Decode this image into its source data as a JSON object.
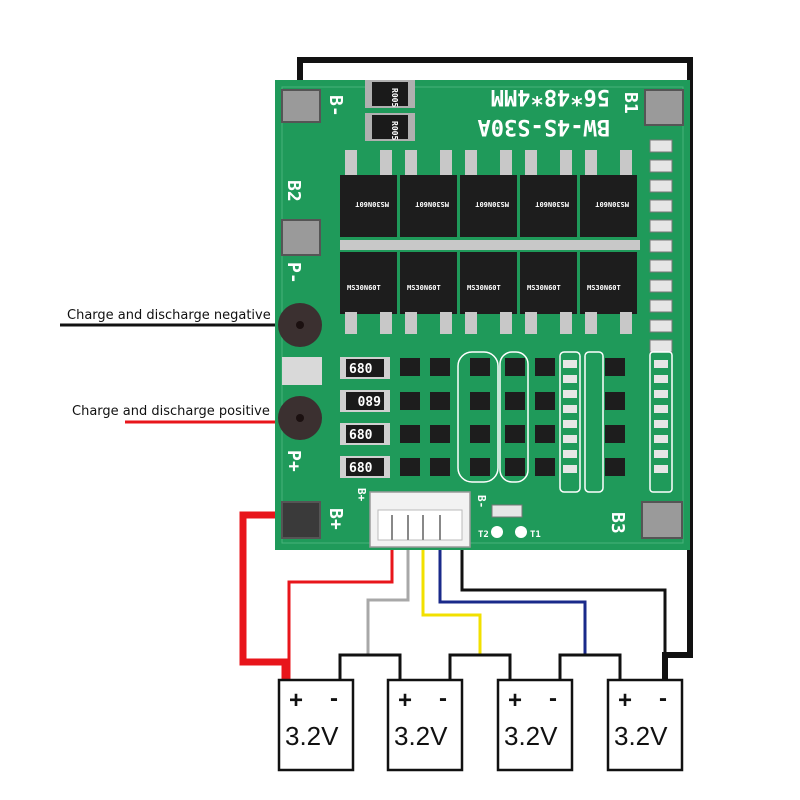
{
  "annotations": {
    "negative": "Charge and discharge negative",
    "positive": "Charge and discharge positive"
  },
  "board": {
    "model": "BW-4S-S30A",
    "size": "56*48*4MM",
    "pads": [
      "B-",
      "B1",
      "B2",
      "P-",
      "P+",
      "B+",
      "B3"
    ],
    "header_labels": [
      "B+",
      "B-"
    ],
    "thermal_labels": [
      "T2",
      "T1"
    ],
    "shunt_code": "R005",
    "mosfet_code": "MS30N60T",
    "resistor_codes": [
      "680",
      "680",
      "680",
      "680"
    ],
    "colors": {
      "pcb": "#1f9a5a",
      "pcb_dark": "#0f6b3a",
      "silk": "#ffffff",
      "pad": "#9a9a9a"
    }
  },
  "cells": [
    {
      "plus": "+",
      "minus": "-",
      "voltage": "3.2V"
    },
    {
      "plus": "+",
      "minus": "-",
      "voltage": "3.2V"
    },
    {
      "plus": "+",
      "minus": "-",
      "voltage": "3.2V"
    },
    {
      "plus": "+",
      "minus": "-",
      "voltage": "3.2V"
    }
  ],
  "wires": {
    "colors": [
      "#e8151b",
      "#e8151b",
      "#a8a8a8",
      "#f2e000",
      "#1a2a8a",
      "#111111"
    ]
  }
}
